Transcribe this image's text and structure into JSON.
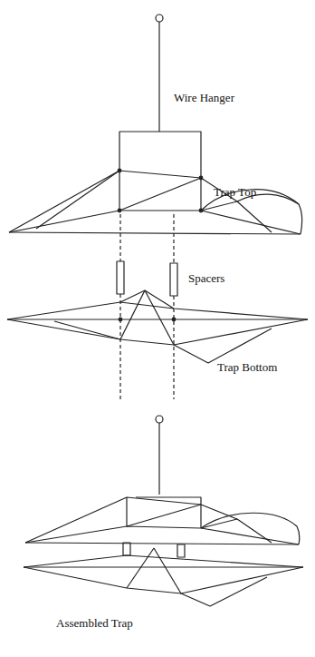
{
  "diagram": {
    "labels": [
      "Wire Hanger",
      "Trap Top",
      "Spacers",
      "Trap Bottom",
      "Assembled Trap"
    ]
  }
}
